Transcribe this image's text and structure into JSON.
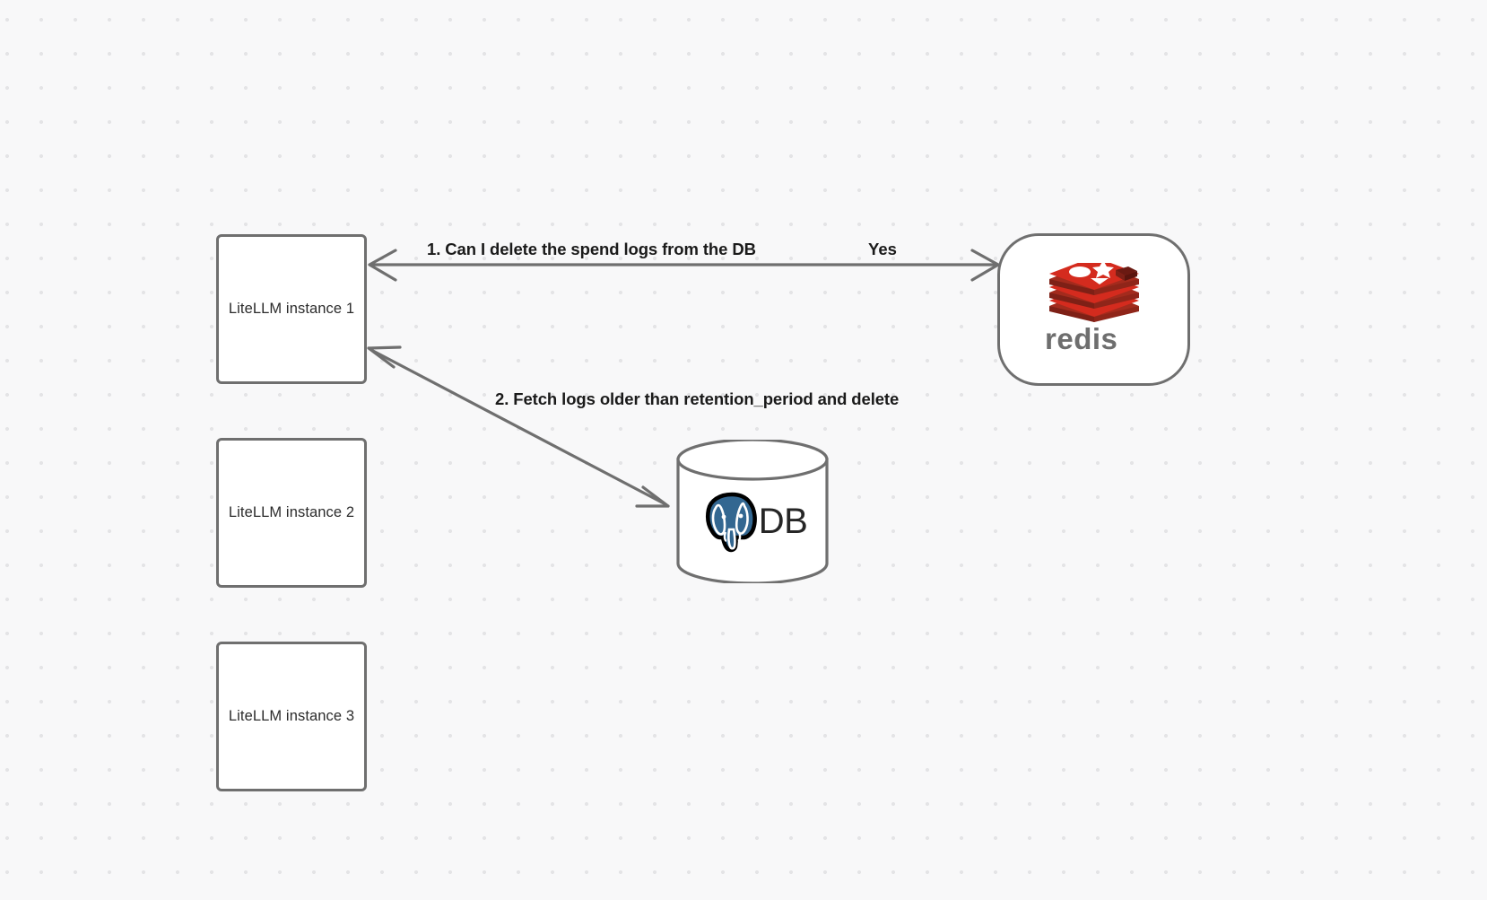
{
  "canvas": {
    "background_color": "#f8f8f9",
    "dot_color": "#e4e4e6",
    "dot_spacing": "38px"
  },
  "nodes": {
    "litellm_1": {
      "label": "LiteLLM instance 1"
    },
    "litellm_2": {
      "label": "LiteLLM instance 2"
    },
    "litellm_3": {
      "label": "LiteLLM instance 3"
    },
    "redis": {
      "wordmark": "redis",
      "brand_color": "#d82c20",
      "wordmark_color": "#6e6e6e"
    },
    "database": {
      "label": "DB",
      "logo_color": "#336791"
    }
  },
  "edges": {
    "edge_1": {
      "label": "1.  Can I delete the spend logs from the DB",
      "reply_label": "Yes",
      "stroke_color": "#6f6f6f"
    },
    "edge_2": {
      "label": "2.  Fetch logs older than retention_period and delete",
      "stroke_color": "#6f6f6f"
    }
  }
}
